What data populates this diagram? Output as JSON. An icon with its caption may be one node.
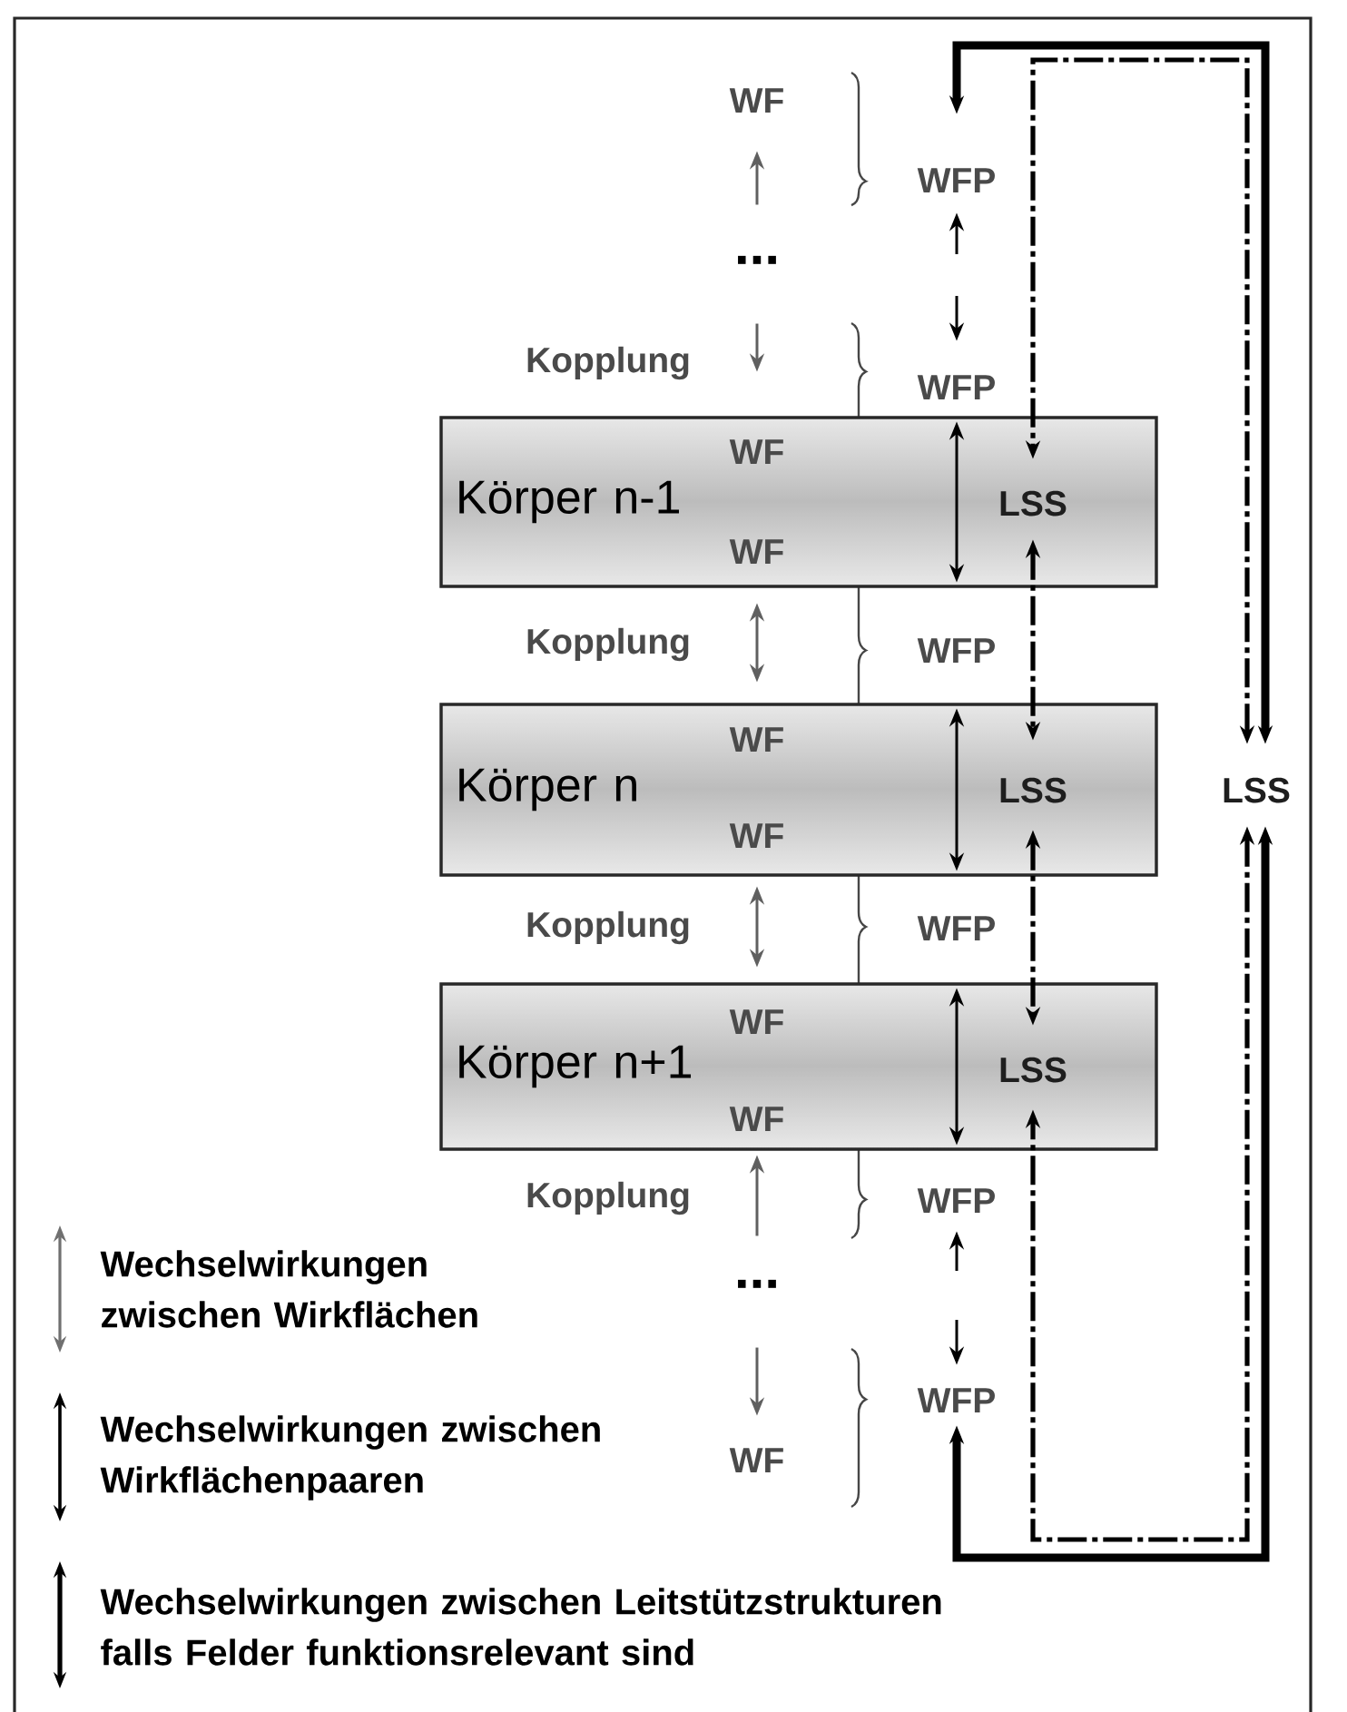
{
  "diagram": {
    "nodes": [
      {
        "text": [
          "WF"
        ]
      },
      {
        "text": [
          "WFP"
        ]
      },
      {
        "text": [
          "..."
        ]
      },
      {
        "text": [
          "WFP"
        ]
      },
      {
        "text": [
          "Körper n-1"
        ]
      },
      {
        "text": [
          "WF"
        ],
        "in": 4
      },
      {
        "text": [
          "LSS"
        ],
        "in": 4
      },
      {
        "text": [
          "WF"
        ],
        "in": 4
      },
      {
        "text": [
          "WFP"
        ]
      },
      {
        "text": [
          "Körper n"
        ]
      },
      {
        "text": [
          "WF"
        ],
        "in": 9
      },
      {
        "text": [
          "LSS"
        ],
        "in": 9
      },
      {
        "text": [
          "WF"
        ],
        "in": 9
      },
      {
        "text": [
          "LSS"
        ]
      },
      {
        "text": [
          "WFP"
        ]
      },
      {
        "text": [
          "Körper n+1"
        ]
      },
      {
        "text": [
          "WF"
        ],
        "in": 15
      },
      {
        "text": [
          "LSS"
        ],
        "in": 15
      },
      {
        "text": [
          "WF"
        ],
        "in": 15
      },
      {
        "text": [
          "WFP"
        ]
      },
      {
        "text": [
          "..."
        ]
      },
      {
        "text": [
          "WFP"
        ]
      },
      {
        "text": [
          "WF"
        ]
      }
    ],
    "edges": [
      {
        "from": 2,
        "to": 0,
        "arrow": "to",
        "color": "#606060"
      },
      {
        "from": 2,
        "to": 5,
        "arrow": "to",
        "label": "Kopplung",
        "color": "#606060"
      },
      {
        "from": 7,
        "to": 10,
        "arrow": "both",
        "label": "Kopplung",
        "color": "#606060"
      },
      {
        "from": 12,
        "to": 16,
        "arrow": "both",
        "label": "Kopplung",
        "color": "#606060"
      },
      {
        "from": 20,
        "to": 18,
        "arrow": "to",
        "label": "Kopplung",
        "color": "#606060"
      },
      {
        "from": 20,
        "to": 22,
        "arrow": "to",
        "color": "#606060"
      },
      {
        "from": null,
        "to": 1,
        "arrow": "to"
      },
      {
        "from": null,
        "to": 3,
        "arrow": "to"
      },
      {
        "from": 3,
        "to": 8,
        "arrow": "both"
      },
      {
        "from": 8,
        "to": 14,
        "arrow": "both"
      },
      {
        "from": 14,
        "to": 19,
        "arrow": "both"
      },
      {
        "from": null,
        "to": 19,
        "arrow": "to"
      },
      {
        "from": null,
        "to": 21,
        "arrow": "to"
      },
      {
        "from": 13,
        "to": 1,
        "arrow": "both",
        "style": "thick"
      },
      {
        "from": 13,
        "to": 21,
        "arrow": "both",
        "style": "thick"
      },
      {
        "from": 13,
        "to": 6,
        "arrow": "both",
        "style": "dashed"
      },
      {
        "from": 13,
        "to": 17,
        "arrow": "both",
        "style": "dashed"
      },
      {
        "from": 6,
        "to": 11,
        "arrow": "both",
        "style": "dashed"
      },
      {
        "from": 11,
        "to": 17,
        "arrow": "both",
        "style": "dashed"
      }
    ],
    "legend": [
      {
        "text": "Wechselwirkungen zwischen Wirkflächen"
      },
      {
        "text": "Wechselwirkungen zwischen Wirkflächenpaaren"
      },
      {
        "text": "Wechselwirkungen zwischen Leitstützstrukturen falls Felder funktionsrelevant sind"
      }
    ]
  }
}
